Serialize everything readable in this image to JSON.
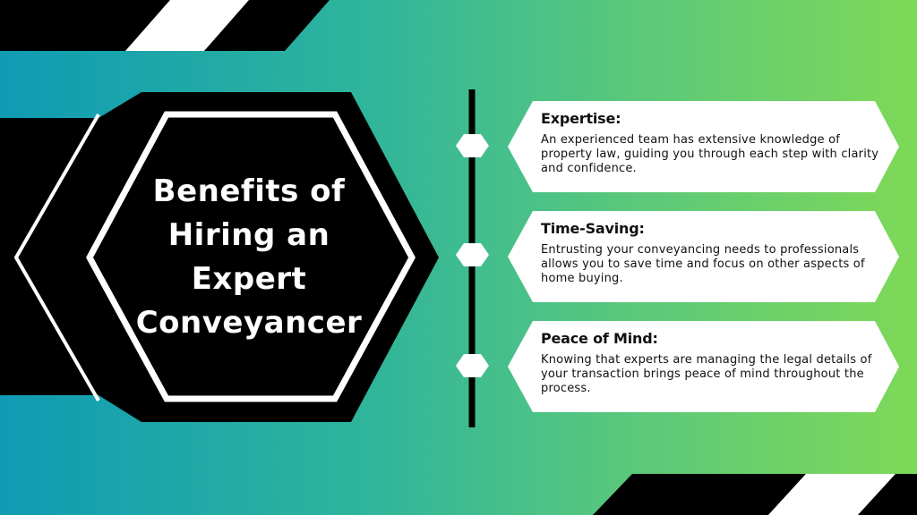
{
  "title_lines": [
    "Benefits of",
    "Hiring an",
    "Expert",
    "Conveyancer"
  ],
  "benefits": [
    {
      "heading": "Expertise:",
      "description": "An experienced team has extensive knowledge of property law, guiding you through each step with clarity and confidence."
    },
    {
      "heading": "Time-Saving:",
      "description": "Entrusting your conveyancing needs to professionals allows you to save time and focus on other aspects of home buying."
    },
    {
      "heading": "Peace of Mind:",
      "description": "Knowing that experts are managing the legal details of your transaction brings peace of mind throughout the process."
    }
  ],
  "colors": {
    "gradient_start": "#0f9bb4",
    "gradient_end": "#7ed957",
    "dark": "#000000",
    "light": "#ffffff"
  }
}
